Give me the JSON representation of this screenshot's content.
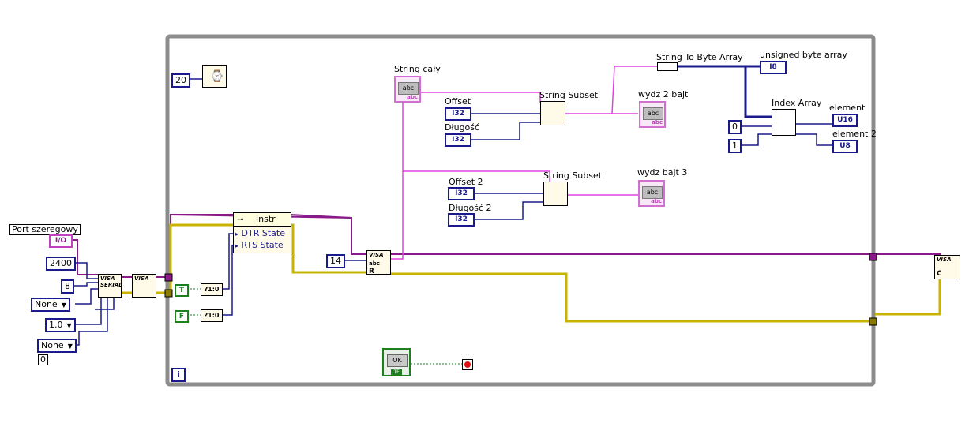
{
  "loop": {
    "iteration_terminal": "i"
  },
  "labels": {
    "port": "Port szeregowy",
    "string_caly": "String cały",
    "offset": "Offset",
    "dlugosc": "Długość",
    "string_subset_1": "String Subset",
    "wydz2": "wydz 2 bajt",
    "offset2": "Offset  2",
    "dlugosc2": "Długość 2",
    "string_subset_2": "String Subset",
    "wydz3": "wydz  bajt 3",
    "str_to_byte": "String To Byte Array",
    "unsigned_byte_array": "unsigned byte array",
    "index_array": "Index Array",
    "element": "element",
    "element2": "element 2"
  },
  "constants": {
    "wait_ms": "20",
    "baud": "2400",
    "data_bits": "8",
    "parity": "None",
    "stop_bits": "1.0",
    "flow": "None",
    "zero_under": "0",
    "bytes_to_read": "14",
    "index0": "0",
    "index1": "1"
  },
  "terminals": {
    "io": "I/O",
    "i32": "I32",
    "u16": "U16",
    "u8": "U8",
    "i8": "I8",
    "abc": "abc",
    "abc_footer": "abc",
    "true_const": "T",
    "false_const": "F",
    "conv": "?1:0",
    "ok": "OK",
    "tf": "TF"
  },
  "nodes": {
    "visa_serial": "VISA SERIAL",
    "visa_label": "VISA",
    "visa_read_r": "R",
    "visa_close_c": "C",
    "property_class": "Instr",
    "property_rows": [
      "DTR State",
      "RTS State"
    ]
  },
  "colors": {
    "frame": "#8c8c8c",
    "refnum_wire": "#8a1a8a",
    "error_wire": "#c8b400",
    "int_wire": "#1a1a8c",
    "string_wire": "#e040e0",
    "bool_wire": "#1e7f1e"
  }
}
